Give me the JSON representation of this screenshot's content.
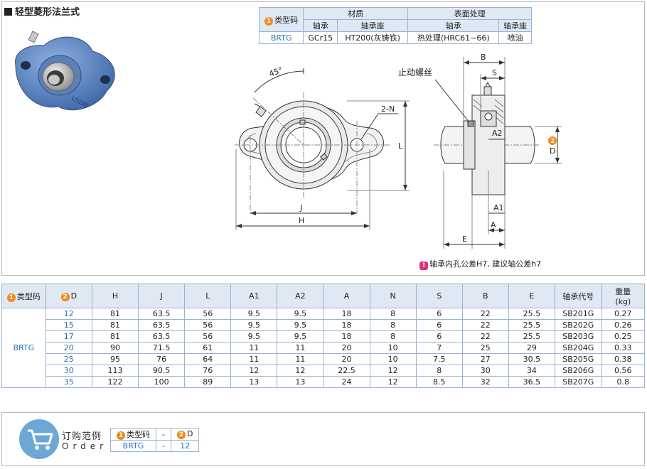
{
  "title": "轻型菱形法兰式",
  "material_table": {
    "header_code": "类型码",
    "header_code_num": "1",
    "header_material": "材质",
    "header_surface": "表面处理",
    "sub_bearing": "轴承",
    "sub_seat": "轴承座",
    "sub_bearing2": "轴承",
    "sub_seat2": "轴承座",
    "row": {
      "code": "BRTG",
      "bearing_mat": "GCr15",
      "seat_mat": "HT200(灰铸铁)",
      "bearing_surface": "热处理(HRC61~66)",
      "seat_surface": "喷油"
    }
  },
  "drawing": {
    "angle": "45°",
    "hole_label": "2-N",
    "setscrew_label": "止动螺丝",
    "dims": {
      "J": "J",
      "H": "H",
      "L": "L",
      "B": "B",
      "S": "S",
      "A2": "A2",
      "A1": "A1",
      "A": "A",
      "E": "E",
      "D_num": "2",
      "D": "D"
    },
    "housing_text": "LOZAT"
  },
  "tolerance_note": "轴承内孔公差H7, 建议轴公差h7",
  "tolerance_icon": "!",
  "spec_table": {
    "headers": {
      "code_num": "1",
      "code": "类型码",
      "d_num": "2",
      "d": "D",
      "H": "H",
      "J": "J",
      "L": "L",
      "A1": "A1",
      "A2": "A2",
      "A": "A",
      "N": "N",
      "S": "S",
      "B": "B",
      "E": "E",
      "bearing_code": "轴承代号",
      "weight": "重量",
      "weight_unit": "(kg)"
    },
    "code": "BRTG",
    "rows": [
      {
        "D": "12",
        "H": "81",
        "J": "63.5",
        "L": "56",
        "A1": "9.5",
        "A2": "9.5",
        "A": "18",
        "N": "8",
        "S": "6",
        "B": "22",
        "E": "25.5",
        "bearing": "SB201G",
        "weight": "0.27"
      },
      {
        "D": "15",
        "H": "81",
        "J": "63.5",
        "L": "56",
        "A1": "9.5",
        "A2": "9.5",
        "A": "18",
        "N": "8",
        "S": "6",
        "B": "22",
        "E": "25.5",
        "bearing": "SB202G",
        "weight": "0.26"
      },
      {
        "D": "17",
        "H": "81",
        "J": "63.5",
        "L": "56",
        "A1": "9.5",
        "A2": "9.5",
        "A": "18",
        "N": "8",
        "S": "6",
        "B": "22",
        "E": "25.5",
        "bearing": "SB203G",
        "weight": "0.25"
      },
      {
        "D": "20",
        "H": "90",
        "J": "71.5",
        "L": "61",
        "A1": "11",
        "A2": "11",
        "A": "20",
        "N": "10",
        "S": "7",
        "B": "25",
        "E": "29",
        "bearing": "SB204G",
        "weight": "0.33"
      },
      {
        "D": "25",
        "H": "95",
        "J": "76",
        "L": "64",
        "A1": "11",
        "A2": "11",
        "A": "20",
        "N": "10",
        "S": "7.5",
        "B": "27",
        "E": "30.5",
        "bearing": "SB205G",
        "weight": "0.38"
      },
      {
        "D": "30",
        "H": "113",
        "J": "90.5",
        "L": "76",
        "A1": "12",
        "A2": "12",
        "A": "22.5",
        "N": "12",
        "S": "8",
        "B": "30",
        "E": "34",
        "bearing": "SB206G",
        "weight": "0.56"
      },
      {
        "D": "35",
        "H": "122",
        "J": "100",
        "L": "89",
        "A1": "13",
        "A2": "13",
        "A": "24",
        "N": "12",
        "S": "8.5",
        "B": "32",
        "E": "36.5",
        "bearing": "SB207G",
        "weight": "0.8"
      }
    ]
  },
  "order": {
    "title": "订购范例",
    "subtitle": "Order",
    "code_num": "1",
    "code_label": "类型码",
    "dash": "-",
    "d_num": "2",
    "d_label": "D",
    "code_value": "BRTG",
    "dash_value": "-",
    "d_value": "12"
  },
  "colors": {
    "accent_orange": "#f08a16",
    "code_blue": "#2f6db8",
    "header_bg": "#dfe8f3",
    "housing_blue": "#5b86c5",
    "cart_blue": "#6da7d8"
  }
}
